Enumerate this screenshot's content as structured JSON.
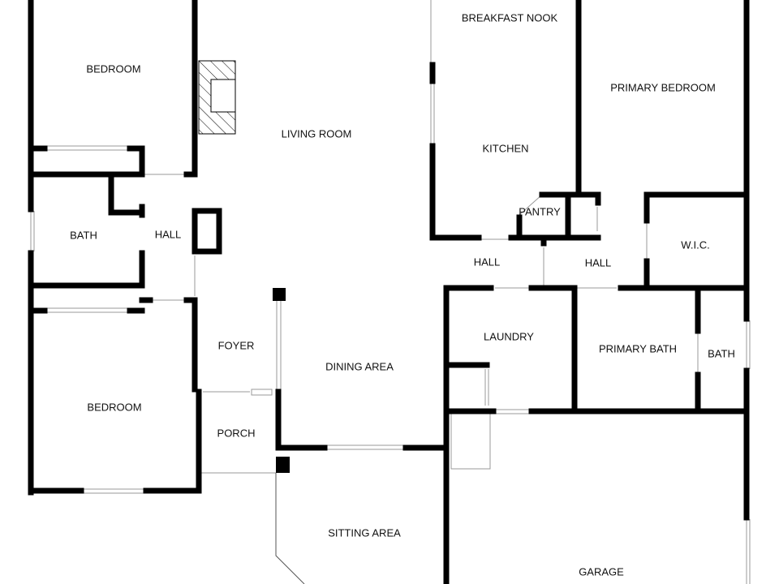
{
  "rooms": {
    "bedroom_top": "BEDROOM",
    "living_room": "LIVING ROOM",
    "breakfast_nook": "BREAKFAST NOOK",
    "primary_bedroom": "PRIMARY BEDROOM",
    "kitchen": "KITCHEN",
    "bath_left": "BATH",
    "hall_left": "HALL",
    "pantry": "PANTRY",
    "hall_center": "HALL",
    "hall_right": "HALL",
    "wic": "W.I.C.",
    "laundry": "LAUNDRY",
    "primary_bath": "PRIMARY BATH",
    "bath_right": "BATH",
    "foyer": "FOYER",
    "dining_area": "DINING AREA",
    "bedroom_bottom": "BEDROOM",
    "porch": "PORCH",
    "sitting_area": "SITTING AREA",
    "garage": "GARAGE"
  },
  "colors": {
    "wall": "#000000",
    "window": "#999999"
  }
}
